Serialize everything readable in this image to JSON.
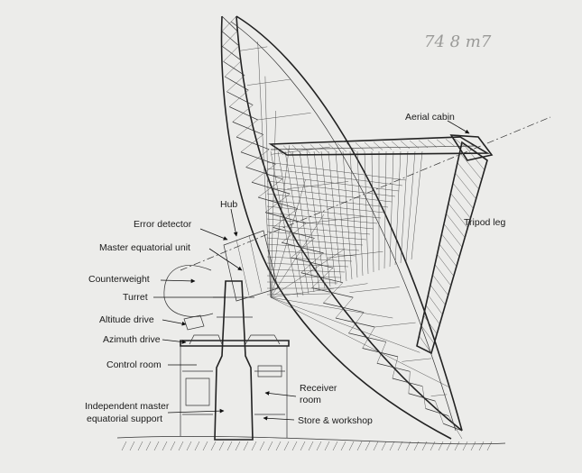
{
  "handwriting": "74 8 m7",
  "labels": {
    "aerial_cabin": "Aerial cabin",
    "tripod_leg": "Tripod leg",
    "hub": "Hub",
    "error_detector": "Error detector",
    "master_equatorial_unit": "Master equatorial unit",
    "counterweight": "Counterweight",
    "turret": "Turret",
    "altitude_drive": "Altitude drive",
    "azimuth_drive": "Azimuth drive",
    "control_room": "Control room",
    "independent_master_1": "Independent master",
    "independent_master_2": "equatorial support",
    "receiver_room_1": "Receiver",
    "receiver_room_2": "room",
    "store_workshop": "Store & workshop"
  }
}
